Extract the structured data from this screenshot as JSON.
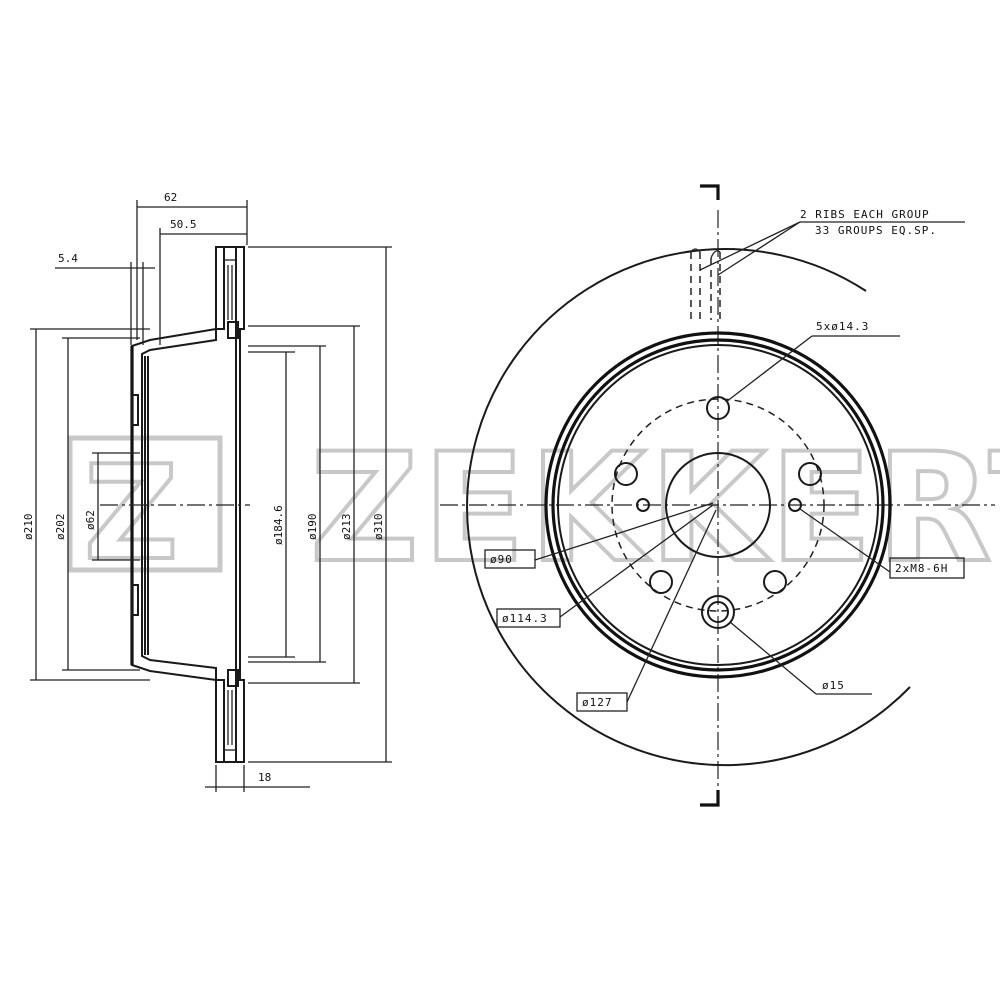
{
  "brand": {
    "name": "ZEKKERT",
    "mark": "Z"
  },
  "side_view": {
    "dimensions": {
      "overall_depth": "62",
      "hat_depth": "50.5",
      "hat_thickness": "5.4",
      "disc_thickness": "18",
      "dia_210": "ø210",
      "dia_202": "ø202",
      "dia_62": "ø62",
      "dia_184_6": "ø184.6",
      "dia_190": "ø190",
      "dia_213": "ø213",
      "dia_310": "ø310"
    }
  },
  "front_view": {
    "notes": {
      "ribs_line1": "2 RIBS EACH GROUP",
      "ribs_line2": "33 GROUPS EQ.SP."
    },
    "callouts": {
      "bolt_holes": "5xø14.3",
      "threaded_holes": "2xM8-6H",
      "center_bore": "ø90",
      "pcd": "ø114.3",
      "hat_dia": "ø127",
      "hole_dia": "ø15"
    }
  },
  "colors": {
    "line": "#1a1a1a",
    "watermark": "#c8c8c8",
    "background": "#ffffff"
  }
}
